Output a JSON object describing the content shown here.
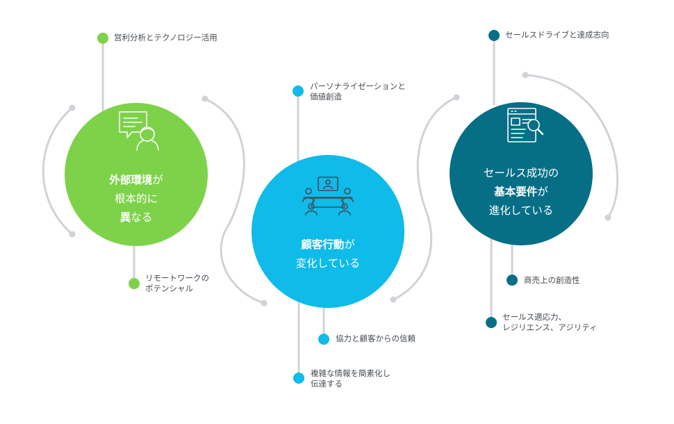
{
  "colors": {
    "green": "#7ed24a",
    "cyan": "#0fbbe8",
    "teal": "#066f86",
    "connector": "#cfd3d8",
    "text": "#444a52"
  },
  "circles": [
    {
      "id": "external",
      "icon": "chat-person-icon",
      "lines": [
        [
          {
            "t": "外部環境",
            "b": true
          },
          {
            "t": "が",
            "b": false
          }
        ],
        [
          {
            "t": "根本的に",
            "b": false
          }
        ],
        [
          {
            "t": "異",
            "b": true
          },
          {
            "t": "なる",
            "b": false
          }
        ]
      ]
    },
    {
      "id": "customer",
      "icon": "meeting-icon",
      "lines": [
        [
          {
            "t": "顧客行動",
            "b": true
          },
          {
            "t": "が",
            "b": false
          }
        ],
        [
          {
            "t": "変化している",
            "b": false
          }
        ]
      ]
    },
    {
      "id": "sales",
      "icon": "search-document-icon",
      "lines": [
        [
          {
            "t": "セールス成功の",
            "b": false
          }
        ],
        [
          {
            "t": "基本要件",
            "b": true
          },
          {
            "t": "が",
            "b": false
          }
        ],
        [
          {
            "t": "進化している",
            "b": false
          }
        ]
      ]
    }
  ],
  "labels": {
    "g1": [
      "営利分析とテクノロジー活用"
    ],
    "g2": [
      "リモートワークの",
      "ポテンシャル"
    ],
    "c1": [
      "パーソナライゼーションと",
      "価値創造"
    ],
    "c2": [
      "協力と顧客からの信頼"
    ],
    "c3": [
      "複雑な情報を簡素化し",
      "伝達する"
    ],
    "t1": [
      "セールスドライブと達成志向"
    ],
    "t2": [
      "商売上の創造性"
    ],
    "t3": [
      "セールス適応力、",
      "レジリエンス、アジリティ"
    ]
  }
}
